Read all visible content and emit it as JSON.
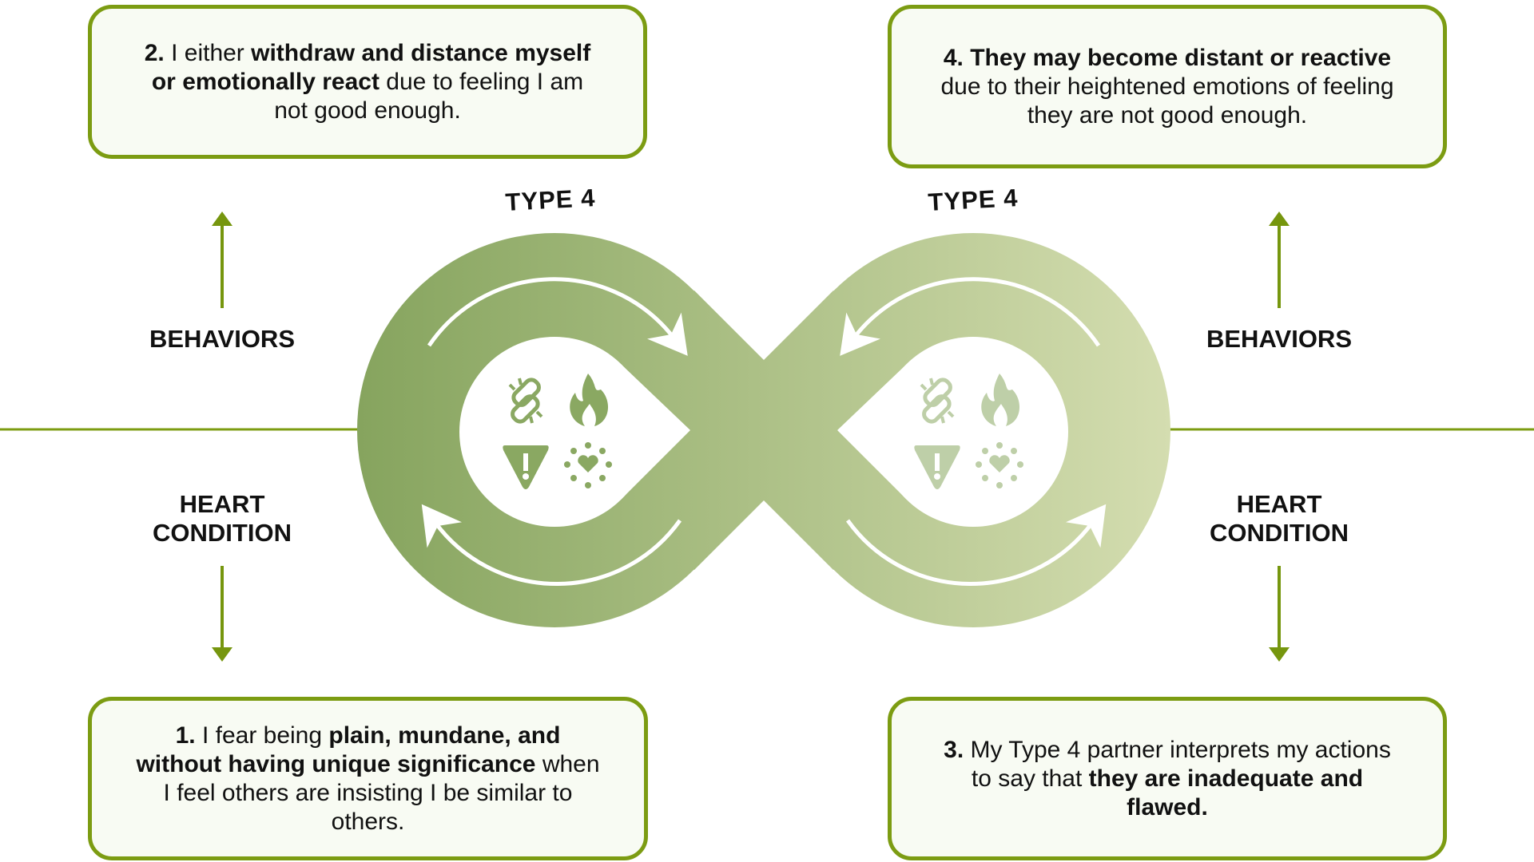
{
  "boxes": {
    "top_left": {
      "n": "2.",
      "a": " I either ",
      "b": "withdraw and distance myself or emotionally react",
      "c": " due to feeling I am not good enough."
    },
    "top_right": {
      "b": "4. They may become distant or reactive",
      "c": " due to their heightened emotions of feeling they are not good enough."
    },
    "bottom_left": {
      "n": "1.",
      "a": " I fear being ",
      "b": "plain, mundane, and without having unique significance",
      "c": " when I feel others are insisting I be similar to others."
    },
    "bottom_right": {
      "n": "3.",
      "a": " My Type 4 partner interprets my actions to say that ",
      "b": "they are inadequate and flawed."
    }
  },
  "labels": {
    "type_left": "TYPE 4",
    "type_right": "TYPE 4",
    "behaviors_left": "BEHAVIORS",
    "behaviors_right": "BEHAVIORS",
    "heart_left_1": "HEART",
    "heart_left_2": "CONDITION",
    "heart_right_1": "HEART",
    "heart_right_2": "CONDITION"
  },
  "colors": {
    "accent": "#7c9c12",
    "loop_dark": "#86a45e",
    "loop_light": "#d4ddb0",
    "box_bg": "#f8fbf3"
  },
  "icons": [
    "broken-link-icon",
    "fire-icon",
    "warning-icon",
    "heart-burst-icon"
  ]
}
